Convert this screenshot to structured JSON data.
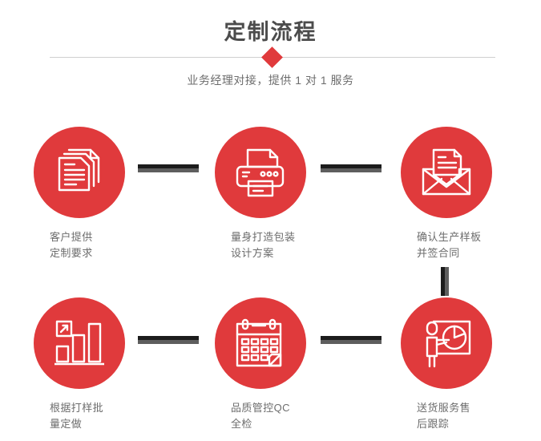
{
  "header": {
    "title": "定制流程",
    "subtitle": "业务经理对接，提供 1 对 1 服务",
    "divider_icon": "diamond-marker",
    "accent_color": "#e03a3c",
    "title_color": "#4c4c4c",
    "subtitle_color": "#6d6d6d",
    "divider_color": "#cfcfcf"
  },
  "steps": [
    {
      "id": 1,
      "icon": "documents-stack-icon",
      "label": "客户提供\n定制要求"
    },
    {
      "id": 2,
      "icon": "printer-icon",
      "label": "量身打造包装\n设计方案"
    },
    {
      "id": 3,
      "icon": "envelope-document-icon",
      "label": "确认生产样板\n并签合同"
    },
    {
      "id": 4,
      "icon": "bar-chart-growth-icon",
      "label": "根据打样批\n量定做"
    },
    {
      "id": 5,
      "icon": "calendar-check-icon",
      "label": "品质管控QC\n全检"
    },
    {
      "id": 6,
      "icon": "presenter-pie-chart-icon",
      "label": "送货服务售\n后跟踪"
    }
  ],
  "connectors": [
    {
      "id": "conn-1-2",
      "orientation": "horizontal",
      "from": 1,
      "to": 2
    },
    {
      "id": "conn-2-3",
      "orientation": "horizontal",
      "from": 2,
      "to": 3
    },
    {
      "id": "conn-3-6",
      "orientation": "vertical",
      "from": 3,
      "to": 6
    },
    {
      "id": "conn-4-5",
      "orientation": "horizontal",
      "from": 4,
      "to": 5
    },
    {
      "id": "conn-5-6",
      "orientation": "horizontal",
      "from": 5,
      "to": 6
    }
  ],
  "colors": {
    "circle_fill": "#e03a3c",
    "icon_stroke": "#ffffff",
    "connector_dark": "#1c1c1c",
    "connector_gray": "#5e5e5e",
    "background": "#ffffff"
  }
}
